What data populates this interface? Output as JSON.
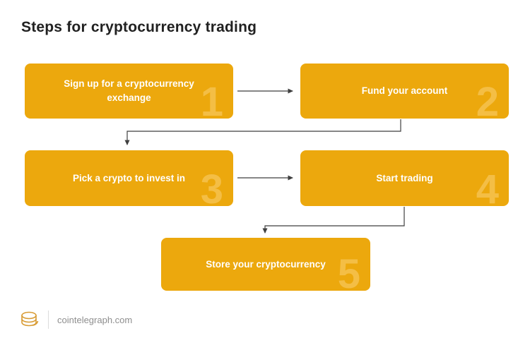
{
  "page": {
    "title": "Steps for cryptocurrency trading"
  },
  "steps": [
    {
      "number": "1",
      "label": "Sign up for a cryptocurrency exchange"
    },
    {
      "number": "2",
      "label": "Fund your account"
    },
    {
      "number": "3",
      "label": "Pick a crypto to invest in"
    },
    {
      "number": "4",
      "label": "Start trading"
    },
    {
      "number": "5",
      "label": "Store your cryptocurrency"
    }
  ],
  "colors": {
    "box_background": "#ECA80D",
    "box_text": "#FFFFFF",
    "watermark_number": "#F4BE45",
    "title_text": "#212121",
    "connector": "#3F3F3F",
    "footer_text": "#8E8E8E",
    "logo_gold": "#D89B33"
  },
  "footer": {
    "site": "cointelegraph.com",
    "logo_icon": "cointelegraph-coins-icon"
  }
}
